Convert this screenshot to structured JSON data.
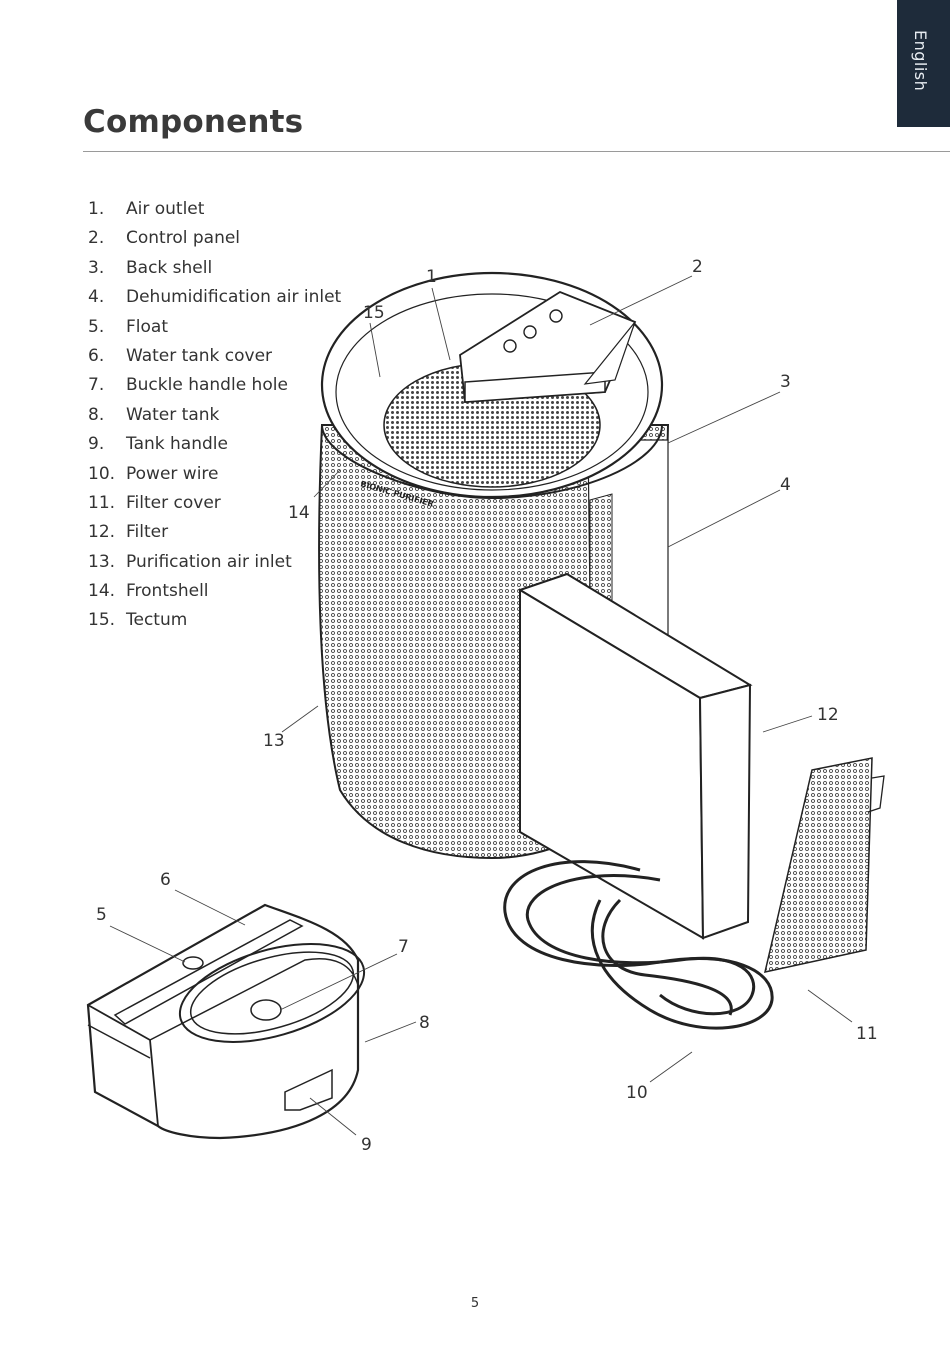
{
  "language_tab": "English",
  "title": "Components",
  "components": [
    {
      "num": "1.",
      "label": "Air outlet"
    },
    {
      "num": "2.",
      "label": "Control panel"
    },
    {
      "num": "3.",
      "label": "Back shell"
    },
    {
      "num": "4.",
      "label": "Dehumidification air inlet"
    },
    {
      "num": "5.",
      "label": "Float"
    },
    {
      "num": "6.",
      "label": "Water tank cover"
    },
    {
      "num": "7.",
      "label": "Buckle handle hole"
    },
    {
      "num": "8.",
      "label": "Water tank"
    },
    {
      "num": "9.",
      "label": "Tank handle"
    },
    {
      "num": "10.",
      "label": "Power wire"
    },
    {
      "num": "11.",
      "label": "Filter cover"
    },
    {
      "num": "12.",
      "label": "Filter"
    },
    {
      "num": "13.",
      "label": "Purification air inlet"
    },
    {
      "num": "14.",
      "label": "Frontshell"
    },
    {
      "num": "15.",
      "label": "Tectum"
    }
  ],
  "callouts": [
    "1",
    "2",
    "3",
    "4",
    "5",
    "6",
    "7",
    "8",
    "9",
    "10",
    "11",
    "12",
    "13",
    "14",
    "15"
  ],
  "device_brand_text": "BIONIC PURIFIER",
  "page_number": "5",
  "colors": {
    "tab_background": "#1e2b3a",
    "tab_text": "#e8edf2",
    "text": "#333333",
    "rule": "#9a9a9a"
  }
}
